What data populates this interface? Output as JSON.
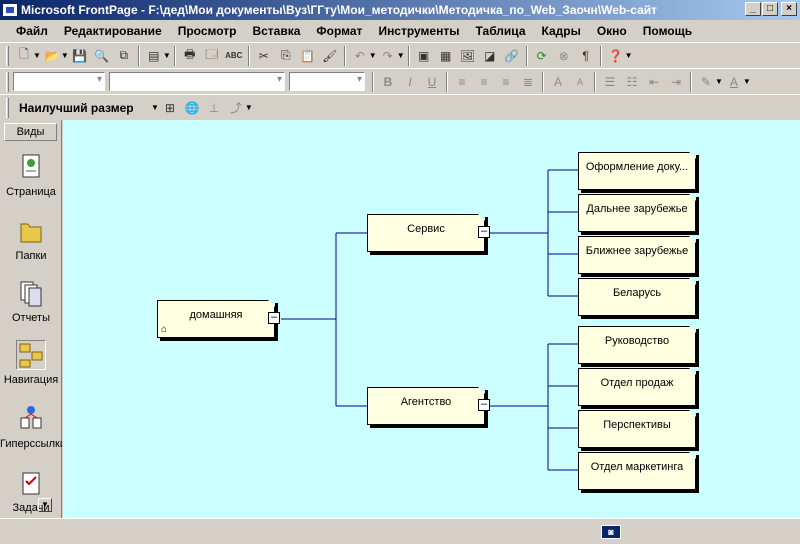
{
  "window": {
    "title": "Microsoft FrontPage - F:\\дед\\Мои документы\\Вуз\\ГГту\\Мои_методички\\Методичка_по_Web_Заочн\\Web-сайт"
  },
  "menu": [
    "Файл",
    "Редактирование",
    "Просмотр",
    "Вставка",
    "Формат",
    "Инструменты",
    "Таблица",
    "Кадры",
    "Окно",
    "Помощь"
  ],
  "toolbar3": {
    "size_label": "Наилучший размер"
  },
  "views": {
    "header": "Виды",
    "items": [
      "Страница",
      "Папки",
      "Отчеты",
      "Навигация",
      "Гиперссылки",
      "Задачи"
    ],
    "selected": "Навигация"
  },
  "navigation": {
    "home": "домашняя",
    "branches": [
      {
        "label": "Сервис",
        "children": [
          "Оформление доку...",
          "Дальнее зарубежье",
          "Ближнее зарубежье",
          "Беларусь"
        ]
      },
      {
        "label": "Агентство",
        "children": [
          "Руководство",
          "Отдел продаж",
          "Перспективы",
          "Отдел маркетинга"
        ]
      }
    ]
  },
  "colors": {
    "canvas": "#ccffff",
    "node": "#ffffe1",
    "line": "#000080",
    "titlebar": "#0a246a"
  }
}
